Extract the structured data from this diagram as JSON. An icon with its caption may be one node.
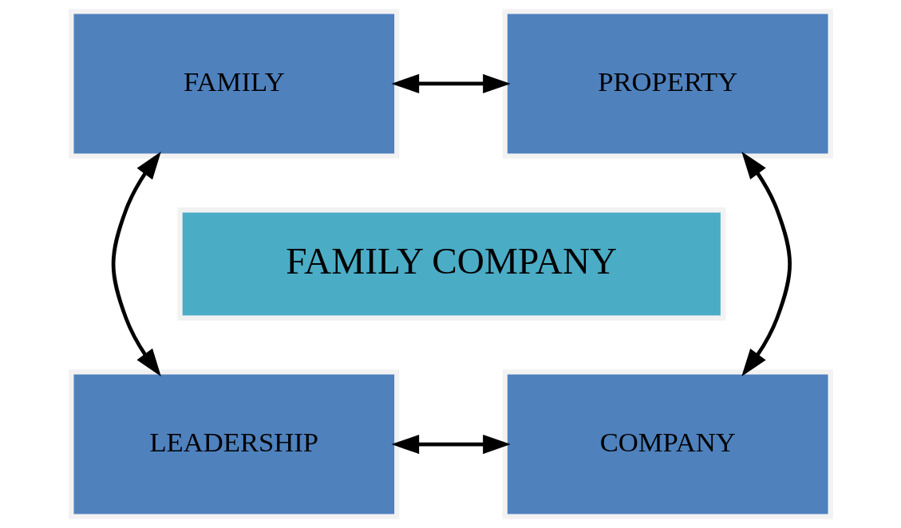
{
  "diagram": {
    "nodes": [
      {
        "text": [
          "FAMILY"
        ]
      },
      {
        "text": [
          "PROPERTY"
        ]
      },
      {
        "text": [
          "FAMILY COMPANY"
        ]
      },
      {
        "text": [
          "LEADERSHIP"
        ]
      },
      {
        "text": [
          "COMPANY"
        ]
      }
    ],
    "edges": [
      {
        "from": 0,
        "to": 1,
        "arrow": "both"
      },
      {
        "from": 0,
        "to": 3,
        "arrow": "both"
      },
      {
        "from": 1,
        "to": 4,
        "arrow": "both"
      },
      {
        "from": 3,
        "to": 4,
        "arrow": "both"
      }
    ]
  }
}
